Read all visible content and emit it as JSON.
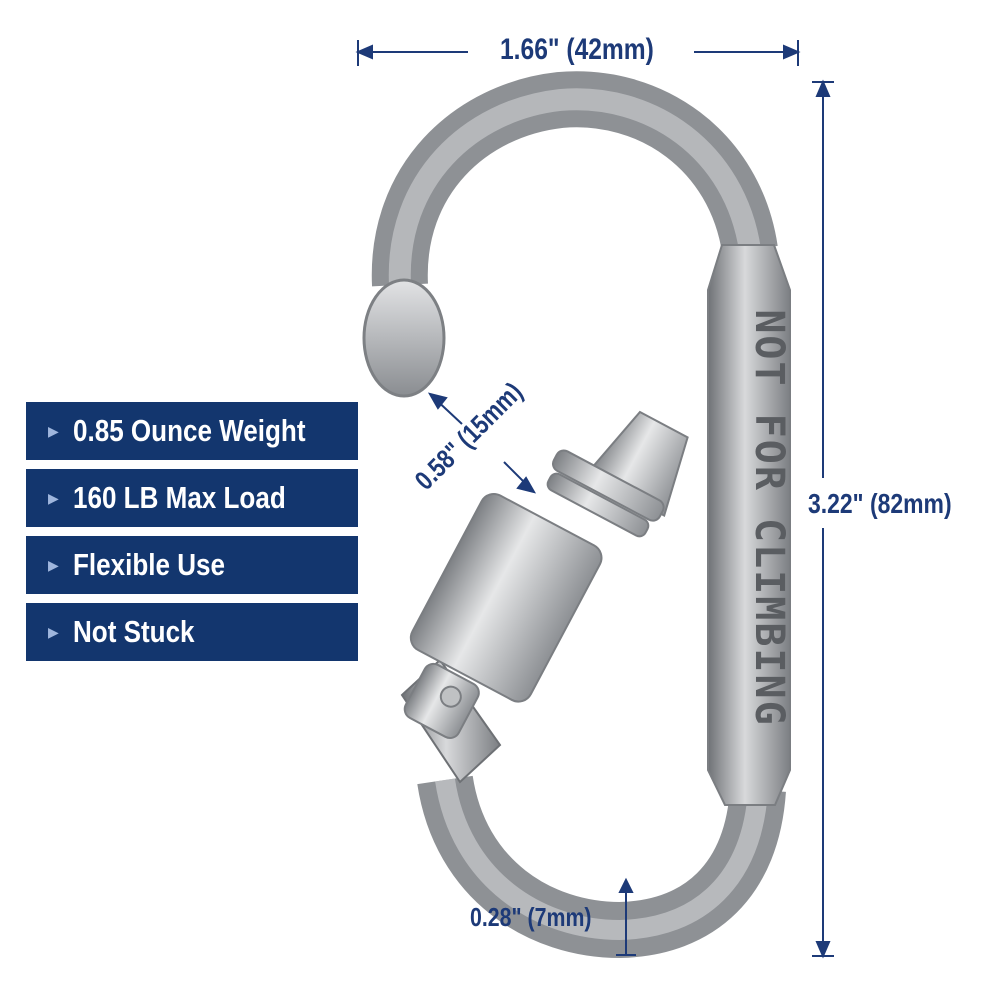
{
  "dimensions": {
    "width": "1.66\" (42mm)",
    "height": "3.22\" (82mm)",
    "gate": "0.58\" (15mm)",
    "rod": "0.28\" (7mm)"
  },
  "features": [
    {
      "icon": "triangle-bullet-icon",
      "label": "0.85 Ounce Weight"
    },
    {
      "icon": "triangle-bullet-icon",
      "label": "160 LB Max Load"
    },
    {
      "icon": "triangle-bullet-icon",
      "label": "Flexible Use"
    },
    {
      "icon": "triangle-bullet-icon",
      "label": "Not Stuck"
    }
  ],
  "engraving": "NOT FOR CLIMBING",
  "colors": {
    "banner": "#13366e",
    "dimension_text": "#1d3a78",
    "metal": "#a9abae"
  }
}
